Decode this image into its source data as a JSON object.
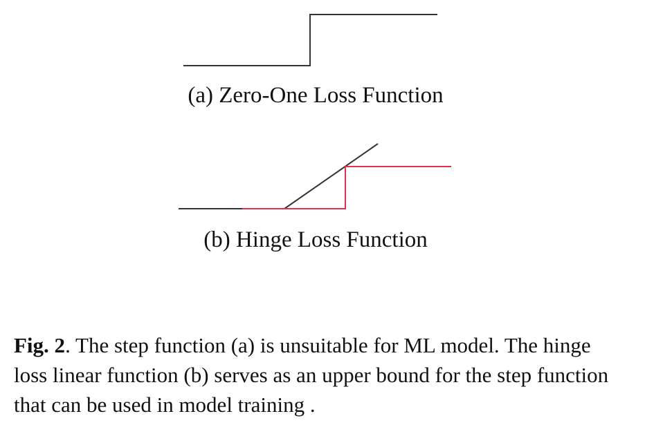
{
  "figure": {
    "subfigures": [
      {
        "id": "a",
        "caption": "(a) Zero-One Loss Function"
      },
      {
        "id": "b",
        "caption": "(b) Hinge Loss Function"
      }
    ],
    "caption": {
      "label": "Fig. 2",
      "text": ". The step function (a) is unsuitable for ML model. The hinge loss linear function (b) serves as an upper bound for the step function that can be used in model training ."
    }
  },
  "colors": {
    "curve": "#333333",
    "highlight": "#e0304a"
  }
}
